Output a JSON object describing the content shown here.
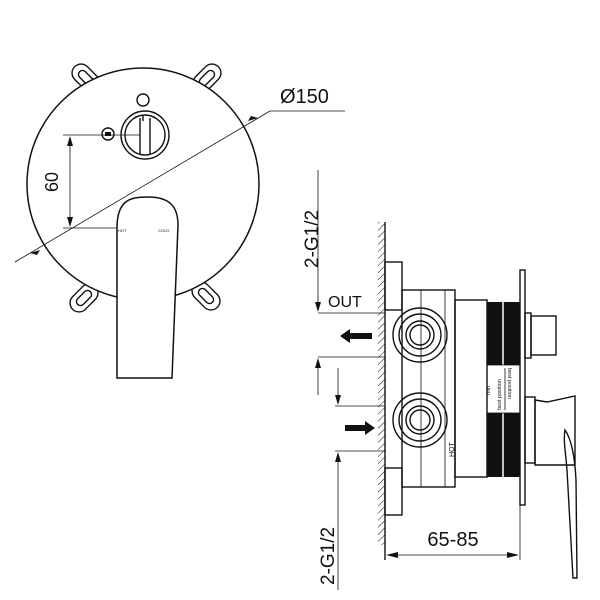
{
  "front_view": {
    "diameter_label": "Ø150",
    "height_dim_label": "60",
    "hot_label": "HOT",
    "cold_label": "COLD"
  },
  "side_view": {
    "top_thread_label": "2-G1/2",
    "bottom_thread_label": "2-G1/2",
    "out_label": "OUT",
    "hot_label": "HOT",
    "depth_label": "65-85",
    "min_label": "min",
    "best_position_label": "best position",
    "best_position_label_flipped": "best position"
  },
  "colors": {
    "line": "#111111",
    "background": "#ffffff"
  }
}
